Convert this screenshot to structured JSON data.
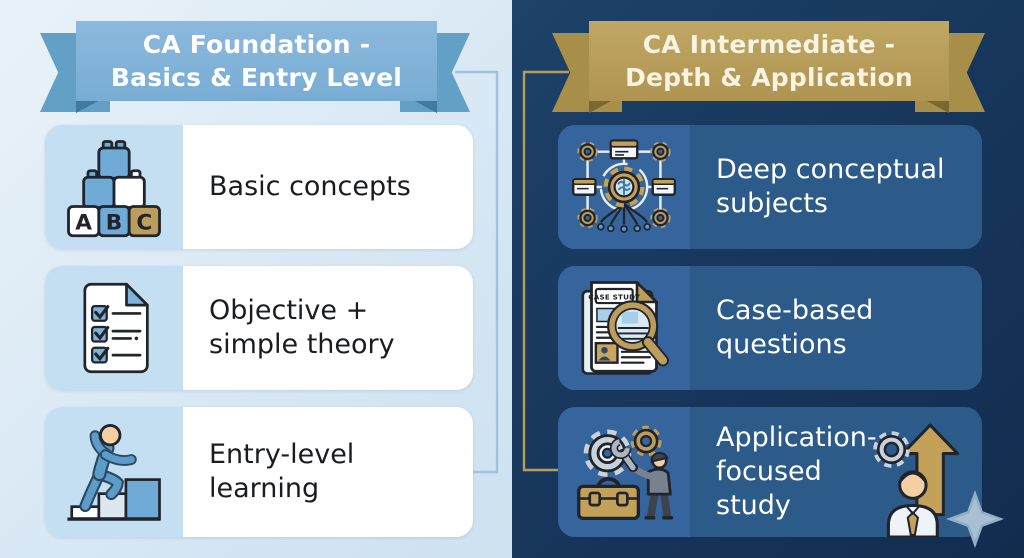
{
  "colors": {
    "left_background": "#d8e8f4",
    "left_ribbon": "#7fb2d9",
    "left_card": "#ffffff",
    "left_icon_panel": "#c3dff1",
    "left_text": "#1b1c20",
    "left_connector": "#9cc5dc",
    "right_background": "#17355b",
    "right_ribbon": "#b79d58",
    "right_card": "#2c5a89",
    "right_icon_panel": "#36649c",
    "right_text": "#ffffff",
    "right_connector": "#b79d58"
  },
  "left_column": {
    "banner_title": "CA Foundation -\nBasics & Entry Level",
    "cards": [
      {
        "icon": "abc-blocks-icon",
        "label": "Basic concepts"
      },
      {
        "icon": "checklist-icon",
        "label": "Objective +\nsimple theory"
      },
      {
        "icon": "stairs-climb-icon",
        "label": "Entry-level\nlearning"
      }
    ]
  },
  "right_column": {
    "banner_title": "CA Intermediate -\nDepth & Application",
    "cards": [
      {
        "icon": "concept-network-icon",
        "label": "Deep conceptual\nsubjects"
      },
      {
        "icon": "case-study-magnifier-icon",
        "label": "Case-based\nquestions"
      },
      {
        "icon": "tools-worker-icon",
        "label": "Application-\nfocused study",
        "secondary_icon": "growth-person-icon"
      }
    ]
  },
  "decorations": {
    "block_letters": [
      "A",
      "B",
      "C"
    ],
    "case_study_doc_label": "CASE STUDY",
    "sparkle": "sparkle-icon"
  }
}
